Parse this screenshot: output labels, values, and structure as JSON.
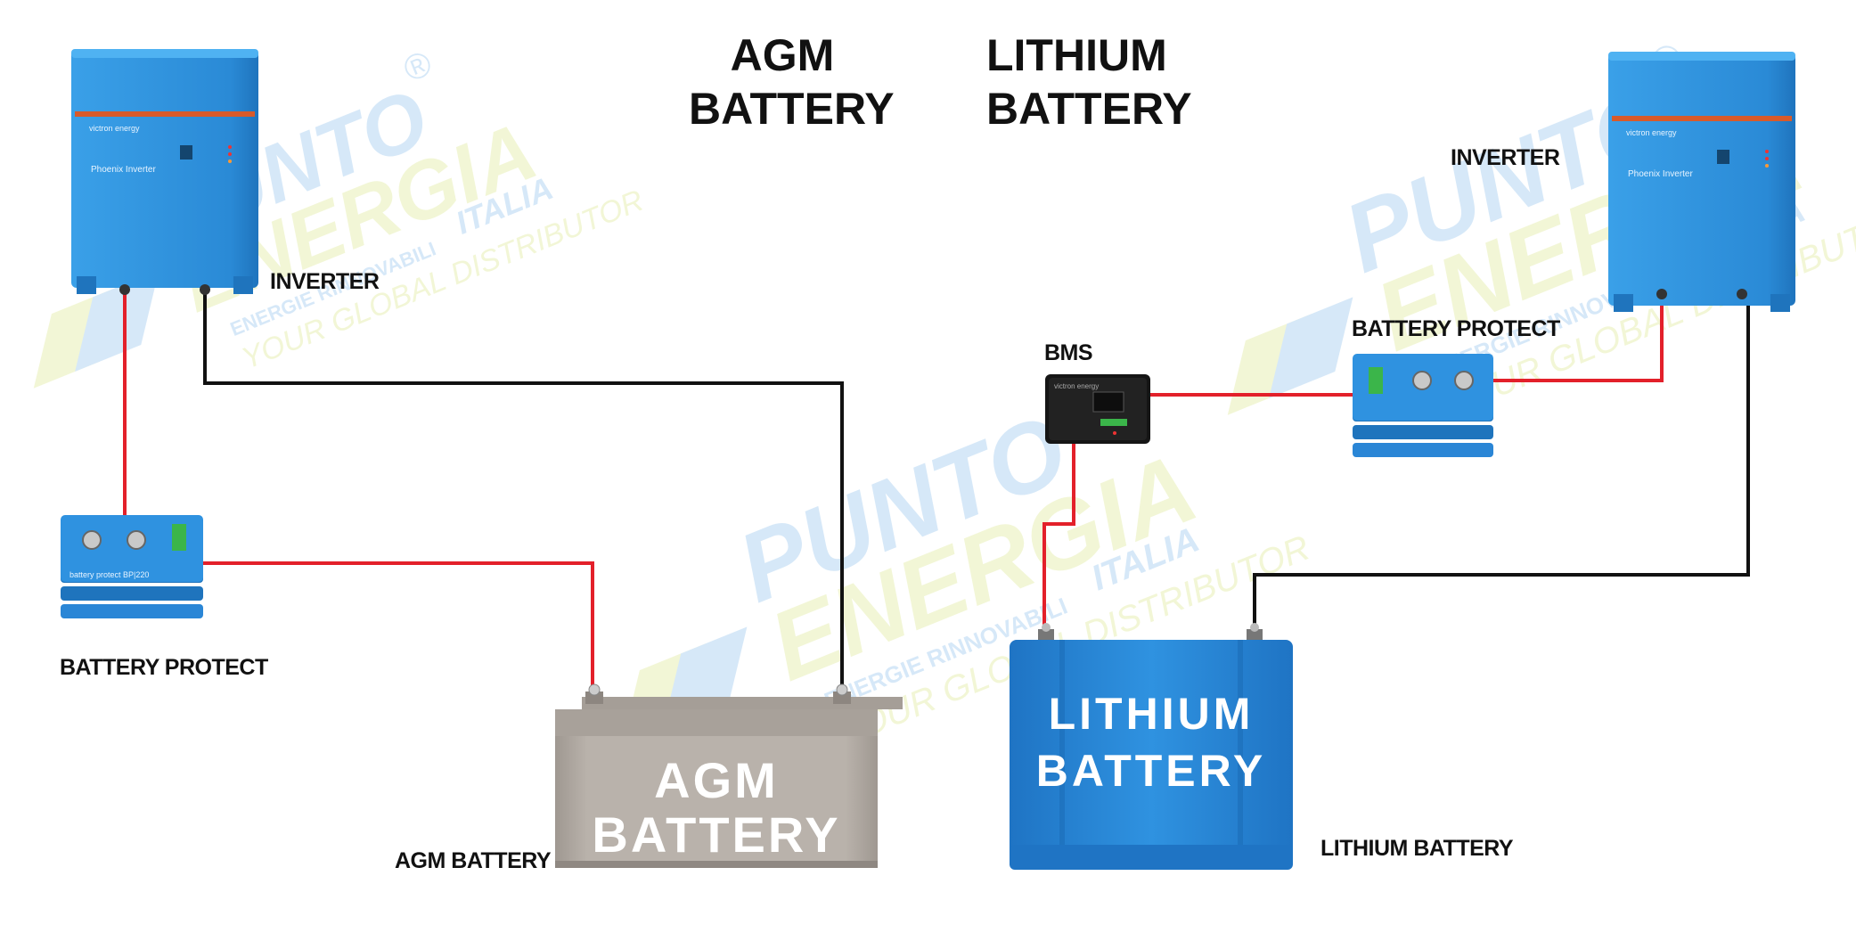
{
  "title": {
    "agm_line1": "AGM",
    "agm_line2": "BATTERY",
    "lithium_line1": "LITHIUM",
    "lithium_line2": "BATTERY"
  },
  "labels": {
    "inverter_left": "INVERTER",
    "inverter_right": "INVERTER",
    "battery_protect_left": "BATTERY PROTECT",
    "battery_protect_right": "BATTERY PROTECT",
    "bms": "BMS",
    "agm_battery": "AGM BATTERY",
    "lithium_battery": "LITHIUM BATTERY"
  },
  "devices": {
    "inverter_brand": "victron energy",
    "inverter_model": "Phoenix Inverter",
    "bp_model": "battery protect  BP|220",
    "bms_brand": "victron energy"
  },
  "batteries": {
    "agm_line1": "AGM",
    "agm_line2": "BATTERY",
    "lithium_line1": "LITHIUM",
    "lithium_line2": "BATTERY"
  },
  "watermark": {
    "word1": "PUNTO",
    "word2": "ENERGIA",
    "country": "ITALIA",
    "sub": "ENERGIE RINNOVABILI",
    "tag": "YOUR GLOBAL DISTRIBUTOR",
    "reg": "®"
  },
  "colors": {
    "positive_wire": "#e3202a",
    "negative_wire": "#111111",
    "victron_blue": "#2f8fd8",
    "agm_gray": "#b3aca5",
    "lithium_blue": "#2a86d6"
  }
}
